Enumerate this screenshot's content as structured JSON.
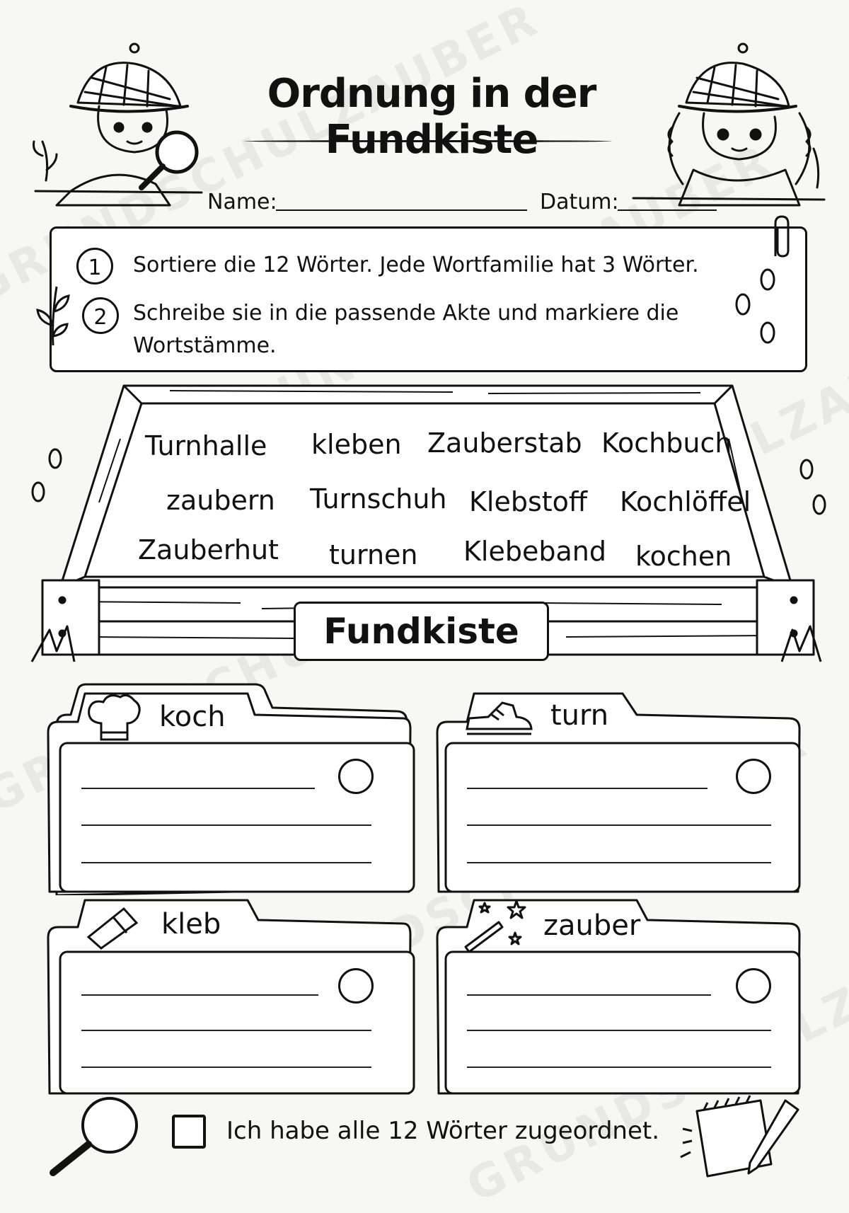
{
  "watermark": "GRUNDSCHULZAUBER",
  "title": "Ordnung in der Fundkiste",
  "fields": {
    "name_label": "Name:",
    "date_label": "Datum:"
  },
  "instructions": [
    {
      "number": "1",
      "text": "Sortiere die 12 Wörter. Jede Wortfamilie hat 3 Wörter."
    },
    {
      "number": "2",
      "text": "Schreibe sie in die passende Akte und markiere die Wortstämme."
    }
  ],
  "box": {
    "sign": "Fundkiste",
    "words": [
      [
        "Turnhalle",
        "kleben",
        "Zauberstab",
        "Kochbuch"
      ],
      [
        "zaubern",
        "Turnschuh",
        "Klebstoff",
        "Kochlöffel"
      ],
      [
        "Zauberhut",
        "turnen",
        "Klebeband",
        "kochen"
      ]
    ]
  },
  "folders": [
    {
      "stem": "koch",
      "icon": "chef-hat-icon"
    },
    {
      "stem": "turn",
      "icon": "sneaker-icon"
    },
    {
      "stem": "kleb",
      "icon": "glue-stick-icon"
    },
    {
      "stem": "zauber",
      "icon": "magic-wand-icon"
    }
  ],
  "checklist": {
    "text": "Ich habe alle 12 Wörter zugeordnet."
  }
}
